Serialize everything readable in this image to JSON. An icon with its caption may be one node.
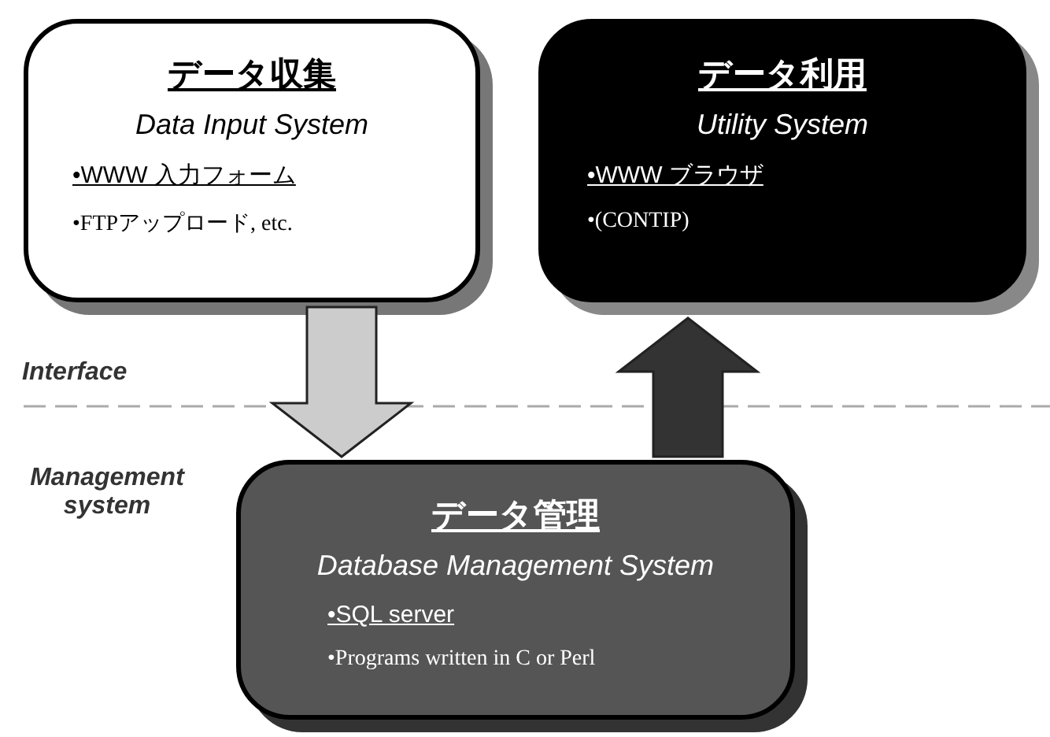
{
  "diagram": {
    "nodes": [
      {
        "text": [
          "データ収集",
          "Data Input System",
          "•WWW 入力フォーム",
          "•FTPアップロード, etc."
        ]
      },
      {
        "text": [
          "データ利用",
          "Utility System",
          "•WWW ブラウザ",
          "•(CONTIP)"
        ]
      },
      {
        "text": [
          "データ管理",
          "Database Management System",
          "•SQL server",
          "•Programs written in C or Perl"
        ]
      }
    ],
    "edges": [
      {
        "from": 0,
        "to": 2,
        "arrow": "to"
      },
      {
        "from": 2,
        "to": 1,
        "arrow": "to"
      }
    ],
    "labels": [
      "Interface",
      "Management system"
    ]
  }
}
